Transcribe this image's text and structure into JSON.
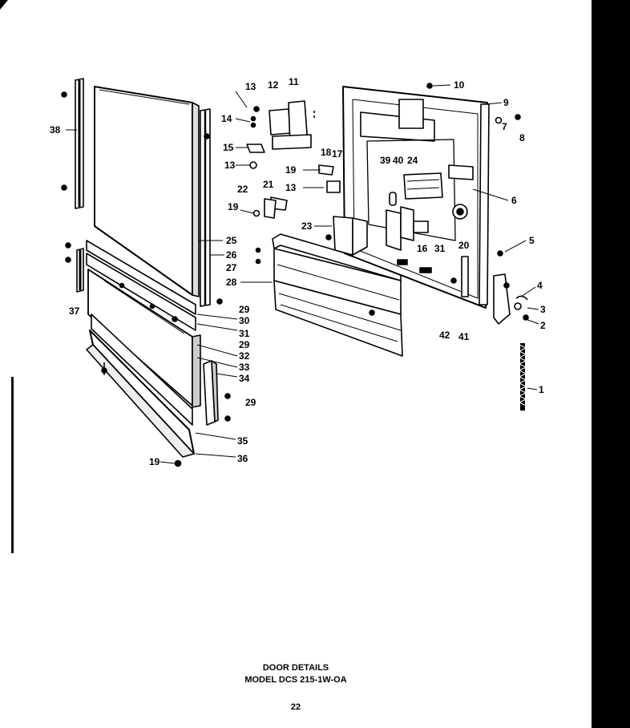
{
  "caption": {
    "title": "DOOR DETAILS",
    "model": "MODEL DCS 215-1W-OA",
    "page_number": "22"
  },
  "callouts": [
    "1",
    "2",
    "3",
    "4",
    "5",
    "6",
    "7",
    "8",
    "9",
    "10",
    "11",
    "12",
    "13",
    "13",
    "13",
    "14",
    "15",
    "16",
    "17",
    "18",
    "19",
    "19",
    "19",
    "20",
    "21",
    "22",
    "23",
    "24",
    "25",
    "26",
    "27",
    "28",
    "29",
    "29",
    "29",
    "30",
    "31",
    "31",
    "32",
    "33",
    "34",
    "35",
    "36",
    "37",
    "38",
    "39",
    "40",
    "41",
    "42"
  ]
}
